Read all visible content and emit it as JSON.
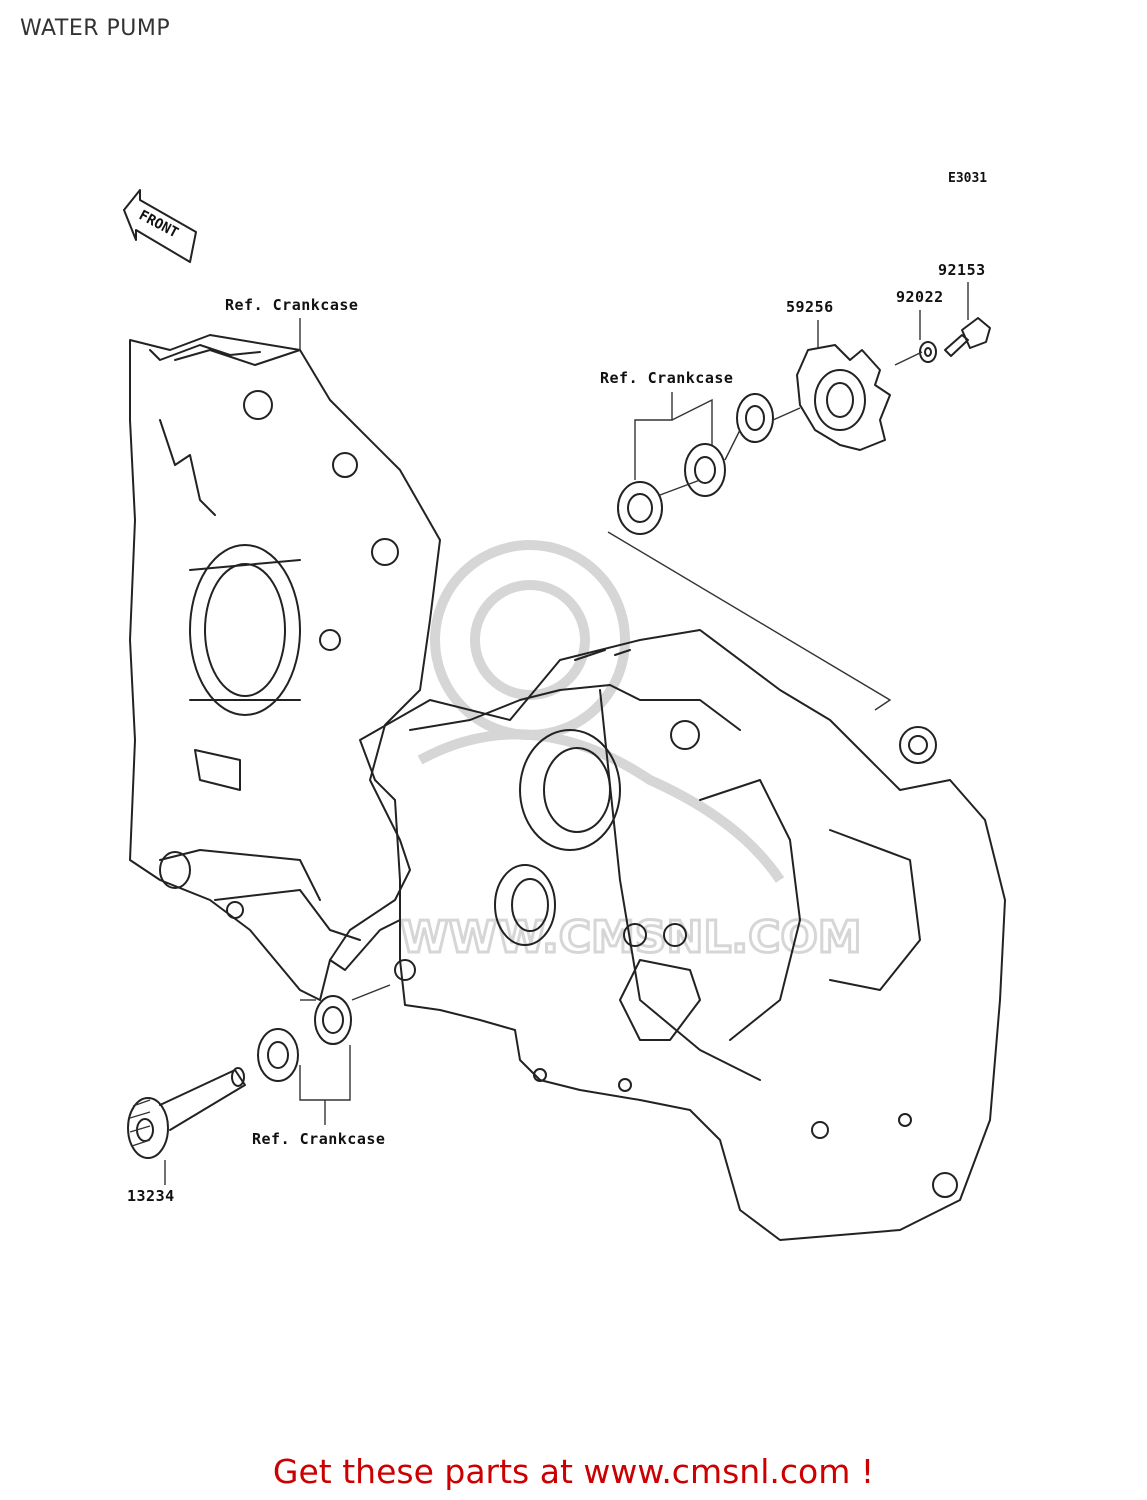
{
  "title": "WATER PUMP",
  "diagram_code": "E3031",
  "front_label": "FRONT",
  "callouts": {
    "ref_crankcase_top": "Ref. Crankcase",
    "ref_crankcase_mid": "Ref. Crankcase",
    "ref_crankcase_bottom": "Ref. Crankcase",
    "part_59256": "59256",
    "part_92022": "92022",
    "part_92153": "92153",
    "part_13234": "13234"
  },
  "watermark_text": "WWW.CMSNL.COM",
  "footer": {
    "text": "Get these parts at www.cmsnl.com !",
    "color": "#cc0000"
  }
}
